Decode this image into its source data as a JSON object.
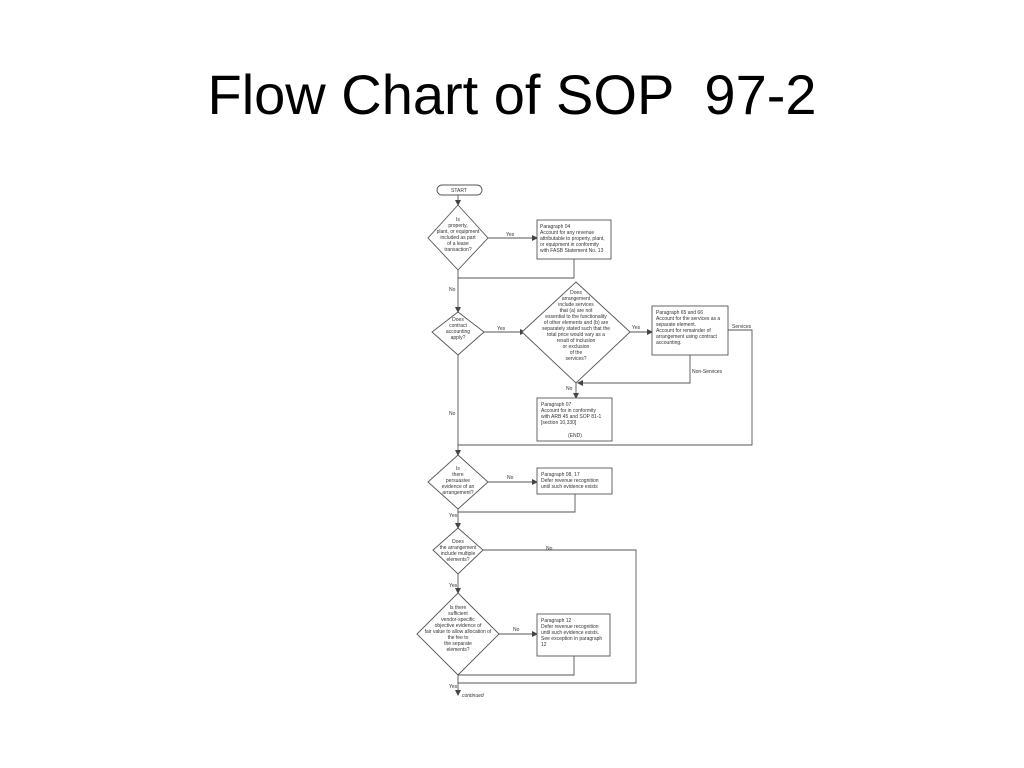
{
  "slide": {
    "title": "Flow Chart of SOP  97-2"
  },
  "flowchart": {
    "start": "START",
    "decisions": {
      "lease": [
        "Is",
        "property,",
        "plant, or equipment",
        "included as part",
        "of a lease",
        "transaction?"
      ],
      "contract_accounting": [
        "Does",
        "contract",
        "accounting",
        "apply?"
      ],
      "services": [
        "Does",
        "arrangement",
        "include services",
        "that (a) are not",
        "essential to the functionality",
        "of other elements and (b) are",
        "separately stated such that the",
        "total price would vary as a",
        "result of inclusion",
        "or exclusion",
        "of the",
        "services?"
      ],
      "persuasive_evidence": [
        "Is",
        "there",
        "persuasive",
        "evidence of an",
        "arrangement?"
      ],
      "multiple_elements": [
        "Does",
        "the arrangement",
        "include multiple",
        "elements?"
      ],
      "vsoe": [
        "Is there",
        "sufficient",
        "vendor-specific",
        "objective evidence of",
        "fair value to allow allocation of",
        "the fee to",
        "the separate",
        "elements?"
      ]
    },
    "boxes": {
      "p04": [
        "Paragraph  04",
        "Account for any revenue",
        "attributable to property, plant,",
        "or equipment in conformity",
        "with FASB Statement No. 13"
      ],
      "p65": [
        "Paragraph  65 and  66",
        "Account for the services as a",
        "separate element.",
        "Account for remainder of",
        "arrangement using contract",
        "accounting."
      ],
      "p07": [
        "Paragraph  07",
        "Account for in conformity",
        "with ARB 45 and SOP 81-1",
        "[section 10,330]"
      ],
      "p07_end": "(END)",
      "p08": [
        "Paragraph  08,  17",
        "Defer revenue recognition",
        "until such evidence exists"
      ],
      "p12": [
        "Paragraph  12",
        "Defer revenue recognition",
        "until such evidence exists.",
        "See exception in paragraph",
        "12"
      ]
    },
    "labels": {
      "lease_yes": "Yes",
      "lease_no": "No",
      "contract_yes": "Yes",
      "contract_no": "No",
      "services_yes": "Yes",
      "services_no": "No",
      "services_branch": "Services",
      "non_services_branch": "Non-Services",
      "persuasive_no": "No",
      "persuasive_yes": "Yes",
      "multiple_no": "No",
      "multiple_yes": "Yes",
      "vsoe_no": "No",
      "vsoe_yes": "Yes",
      "continued": "continued"
    }
  }
}
